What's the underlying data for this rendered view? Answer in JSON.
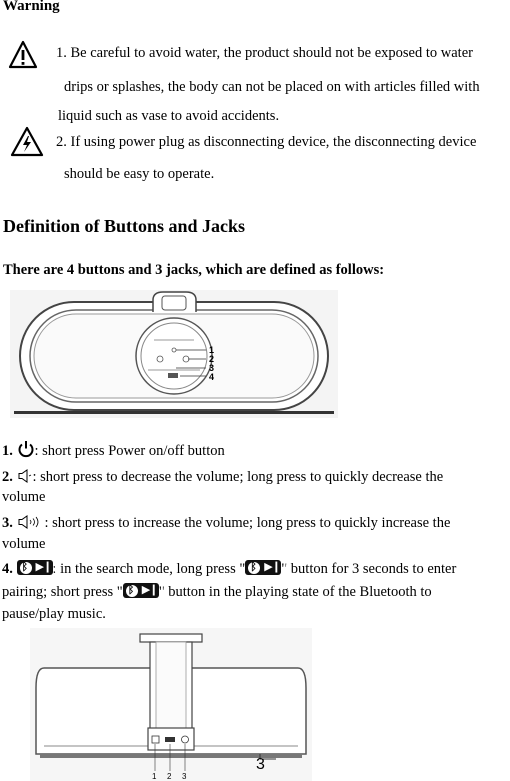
{
  "warning_title": "Warning",
  "warnings": {
    "w1_l1": "1. Be careful to avoid water, the product should not be exposed to water",
    "w1_l2": "drips or splashes, the body can not be placed on with articles filled with",
    "w1_l3": "liquid such as vase to avoid accidents.",
    "w2_l1": "2. If using power plug as disconnecting device, the disconnecting device",
    "w2_l2": "should be easy to operate."
  },
  "heading": "Definition of Buttons and Jacks",
  "subheading": "There are 4 buttons and 3 jacks, which are defined as follows:",
  "top_diagram": {
    "callouts": [
      "1",
      "2",
      "3",
      "4"
    ]
  },
  "buttons": {
    "b1_num": "1.",
    "b1_text": ": short press Power on/off button",
    "b2_num": "2.",
    "b2_text": ": short press to decrease the volume; long press to quickly decrease the",
    "b2_cont": "volume",
    "b3_num": "3.",
    "b3_text": ": short press to increase the volume; long press to quickly increase the",
    "b3_cont": "volume",
    "b4_num": "4.",
    "b4_a": ": in the search mode, long press \"",
    "b4_b": "\" button for 3 seconds to enter",
    "b4_c": "pairing; short press \"",
    "b4_d": "\" button in the playing state of the Bluetooth to",
    "b4_e": "pause/play music."
  },
  "bottom_diagram": {
    "callouts": [
      "1",
      "2",
      "3"
    ]
  },
  "page_number": "3",
  "icons": [
    "warning-triangle-icon",
    "electric-hazard-icon",
    "power-icon",
    "volume-down-icon",
    "volume-up-icon",
    "bluetooth-play-pause-icon"
  ]
}
